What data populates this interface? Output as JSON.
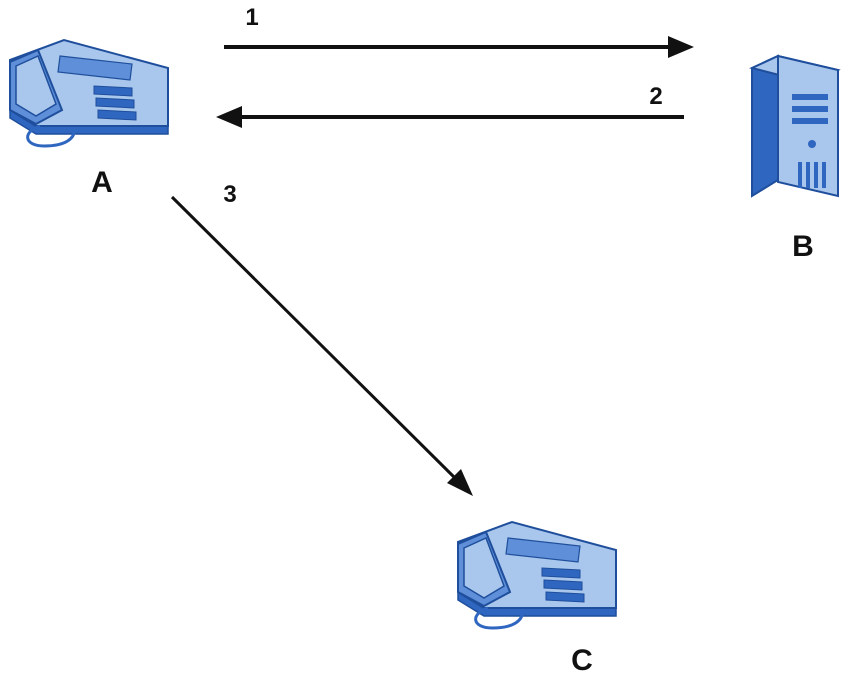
{
  "colors": {
    "device_light": "#a9c6ec",
    "device_mid": "#5e8fd8",
    "device_dark": "#2f66c0",
    "device_outline": "#1f4f9c",
    "arrow": "#111111",
    "text": "#111111"
  },
  "nodes": {
    "a": {
      "label": "A",
      "icon": "phone-icon"
    },
    "b": {
      "label": "B",
      "icon": "server-icon"
    },
    "c": {
      "label": "C",
      "icon": "phone-icon"
    }
  },
  "steps": [
    {
      "label": "1",
      "from": "A",
      "to": "B"
    },
    {
      "label": "2",
      "from": "B",
      "to": "A"
    },
    {
      "label": "3",
      "from": "A",
      "to": "C"
    }
  ]
}
